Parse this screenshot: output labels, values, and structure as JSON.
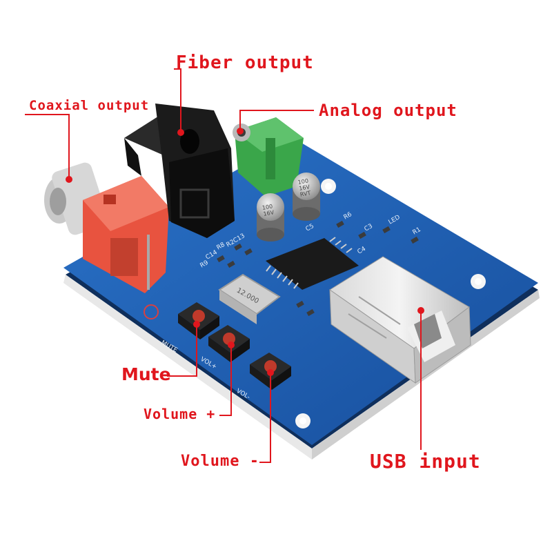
{
  "labels": {
    "fiber_output": "Fiber output",
    "coaxial_output": "Coaxial output",
    "analog_output": "Analog output",
    "mute": "Mute",
    "volume_plus": "Volume +",
    "volume_minus": "Volume -",
    "usb_input": "USB input"
  },
  "silkscreen": {
    "mute": "MUTE",
    "vol_plus": "VOL+",
    "vol_minus": "VOL-",
    "led": "LED",
    "c13": "C13",
    "r8": "R8",
    "r2": "R2",
    "c14": "C14",
    "r9": "R9",
    "c5": "C5",
    "r6": "R6",
    "c4": "C4",
    "r1": "R1",
    "c3": "C3"
  },
  "components": {
    "capacitor_rating_1": "100",
    "capacitor_rating_2": "16V",
    "capacitor_series": "RVT",
    "crystal_marking": "12.000"
  },
  "colors": {
    "callout": "#e0161d",
    "pcb": "#1f63b8",
    "rca": "#e8533f",
    "jack": "#3aa64a"
  }
}
